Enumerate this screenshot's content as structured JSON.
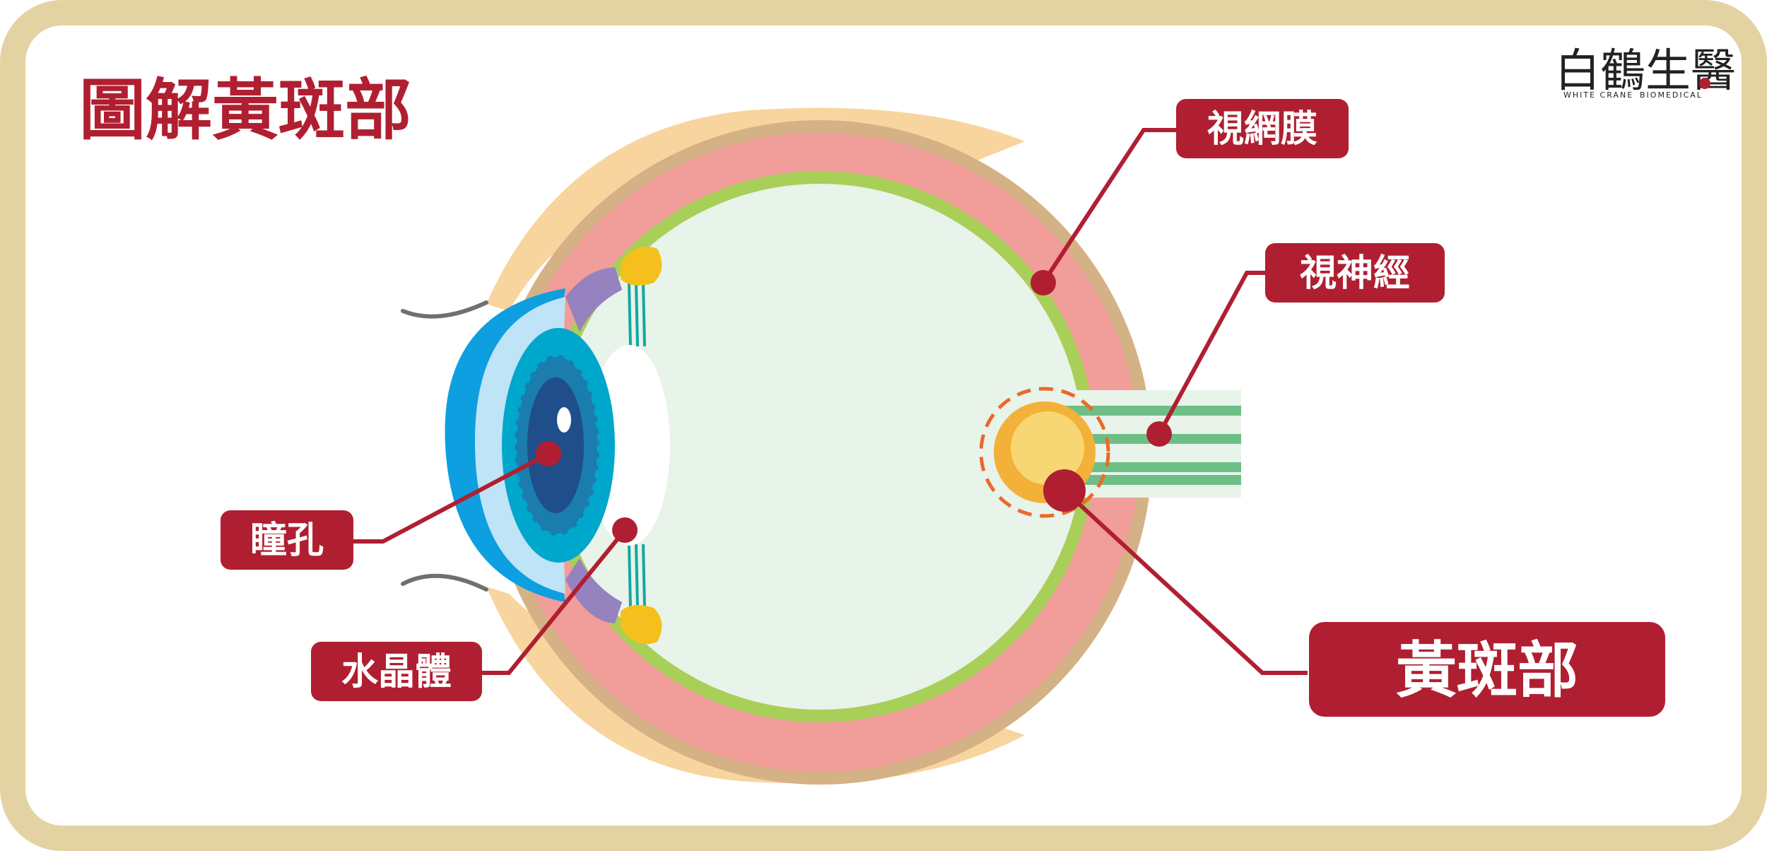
{
  "title": "圖解黃斑部",
  "logo": {
    "name": "白鶴生醫",
    "sub_left": "WHITE CRANE",
    "sub_right": "BIOMEDICAL"
  },
  "labels": {
    "retina": "視網膜",
    "optic_nerve": "視神經",
    "pupil": "瞳孔",
    "lens": "水晶體",
    "macula": "黃斑部"
  },
  "colors": {
    "accent": "#b01f31",
    "frame": "#e3d3a2",
    "sclera": "#d4b286",
    "choroid": "#f19d99",
    "retina_layer": "#a8cf58",
    "vitreous": "#e8f3e9",
    "eyelid": "#f8d49f",
    "cornea": "#0d9fe0",
    "iris": "#00a7cc",
    "pupil": "#1f4e8b",
    "macula": "#f3b13a",
    "optic_nerve": "#6dbf85"
  }
}
